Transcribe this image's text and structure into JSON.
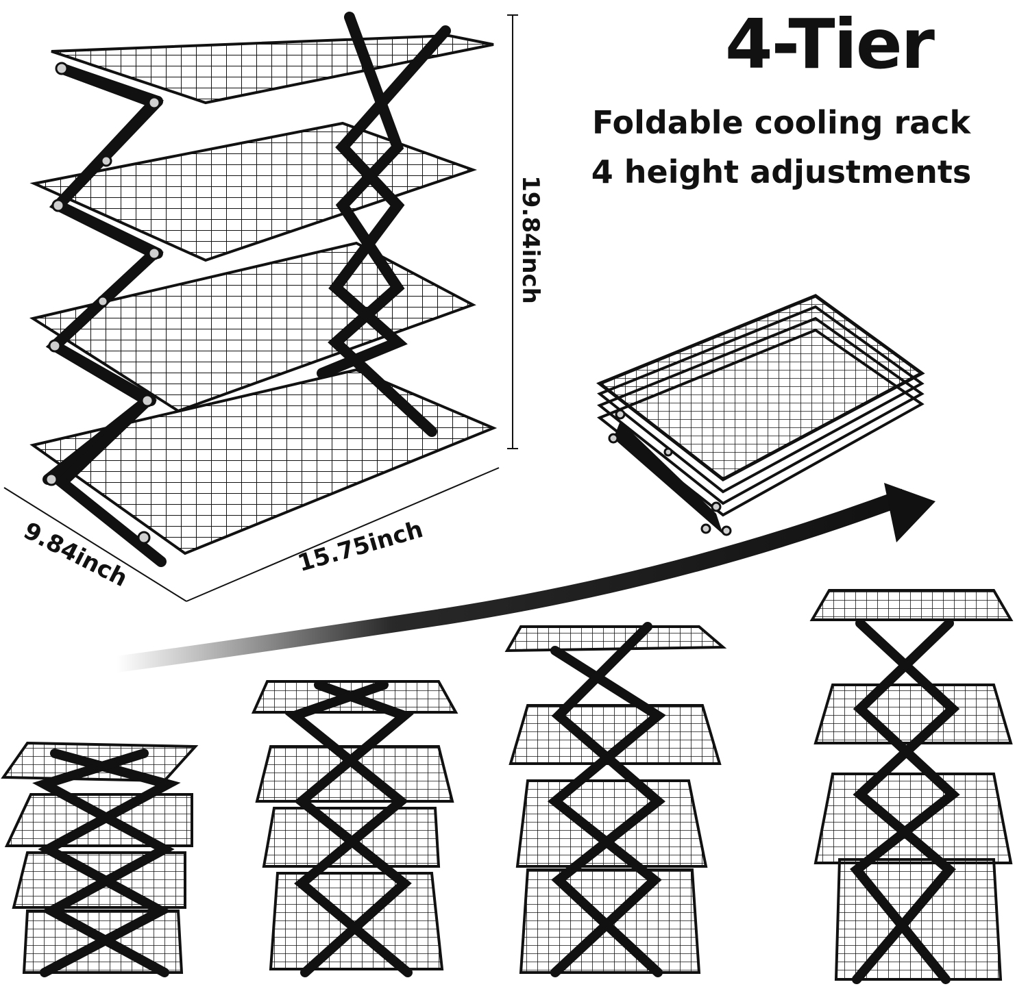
{
  "header": {
    "title": "4-Tier",
    "subtitle_line1": "Foldable cooling rack",
    "subtitle_line2": "4 height adjustments"
  },
  "dimensions": {
    "height": "19.84inch",
    "depth": "9.84inch",
    "width": "15.75inch"
  },
  "colors": {
    "frame": "#111111",
    "background": "#ffffff"
  }
}
